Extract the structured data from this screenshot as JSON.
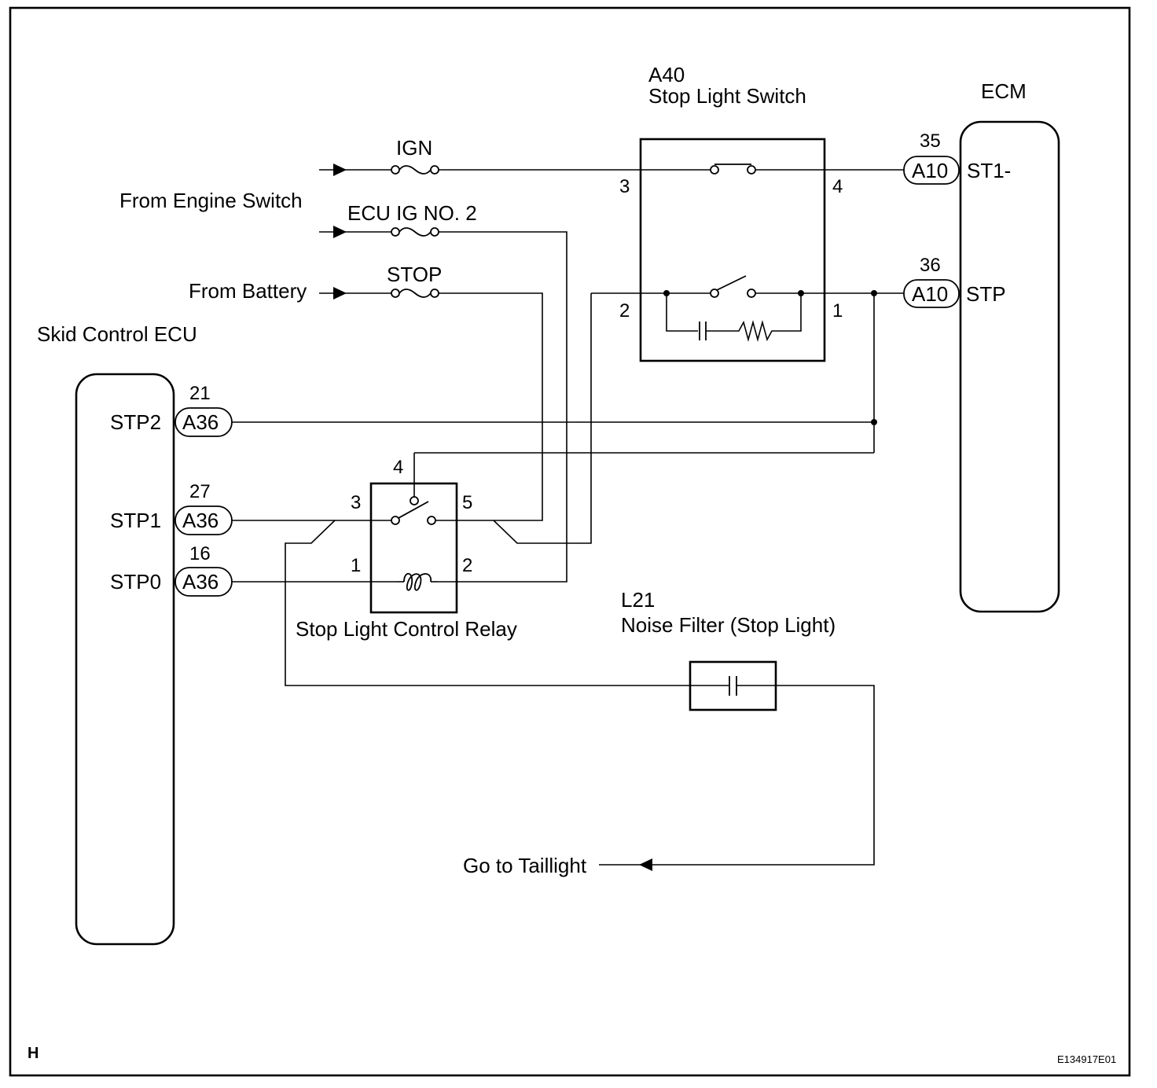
{
  "labels": {
    "stop_light_switch_code": "A40",
    "stop_light_switch_name": "Stop Light Switch",
    "ecm": "ECM",
    "skid_control_ecu": "Skid Control ECU",
    "from_engine_switch": "From Engine Switch",
    "from_battery": "From Battery",
    "relay_name": "Stop Light Control Relay",
    "noise_filter_code": "L21",
    "noise_filter_name": "Noise Filter (Stop Light)",
    "go_to_taillight": "Go to Taillight",
    "corner_mark": "H",
    "figure_id": "E134917E01"
  },
  "fuses": {
    "ign": "IGN",
    "ecu_ig_no2": "ECU IG NO. 2",
    "stop": "STOP"
  },
  "switch_pins": {
    "p3": "3",
    "p4": "4",
    "p2": "2",
    "p1": "1"
  },
  "relay_pins": {
    "p4": "4",
    "p3": "3",
    "p5": "5",
    "p1": "1",
    "p2": "2"
  },
  "ecm_connectors": [
    {
      "pin": "35",
      "connector": "A10",
      "signal": "ST1-"
    },
    {
      "pin": "36",
      "connector": "A10",
      "signal": "STP"
    }
  ],
  "skid_connectors": [
    {
      "pin": "21",
      "connector": "A36",
      "signal": "STP2"
    },
    {
      "pin": "27",
      "connector": "A36",
      "signal": "STP1"
    },
    {
      "pin": "16",
      "connector": "A36",
      "signal": "STP0"
    }
  ]
}
